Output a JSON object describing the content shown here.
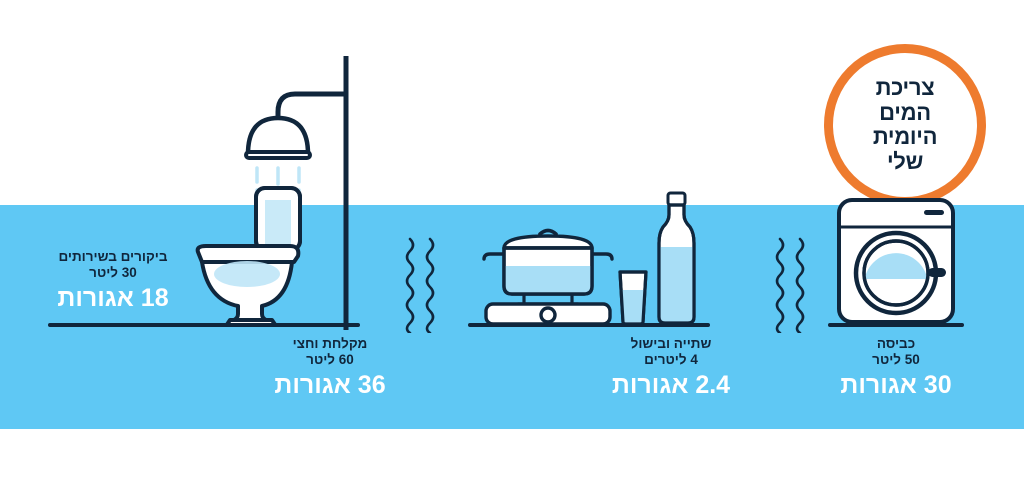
{
  "title": {
    "line1": "צריכת",
    "line2": "המים",
    "line3": "היומית",
    "line4": "שלי",
    "full": "צריכת המים היומית שלי"
  },
  "colors": {
    "water_band": "#5FC8F4",
    "outline_navy": "#10263C",
    "accent_orange": "#EE7B2E",
    "water_fill_light": "#A8DEF6",
    "white": "#FFFFFF"
  },
  "items": [
    {
      "id": "toilet",
      "activity": "ביקורים בשירותים",
      "volume": "30 ליטר",
      "cost": "18 אגורות",
      "icon": "toilet-icon"
    },
    {
      "id": "shower",
      "activity": "מקלחת וחצי",
      "volume": "60 ליטר",
      "cost": "36 אגורות",
      "icon": "shower-icon"
    },
    {
      "id": "drinking-cooking",
      "activity": "שתייה ובישול",
      "volume": "4 ליטרים",
      "cost": "2.4 אגורות",
      "icon": "pot-bottle-icon"
    },
    {
      "id": "laundry",
      "activity": "כביסה",
      "volume": "50 ליטר",
      "cost": "30 אגורות",
      "icon": "washing-machine-icon"
    }
  ]
}
